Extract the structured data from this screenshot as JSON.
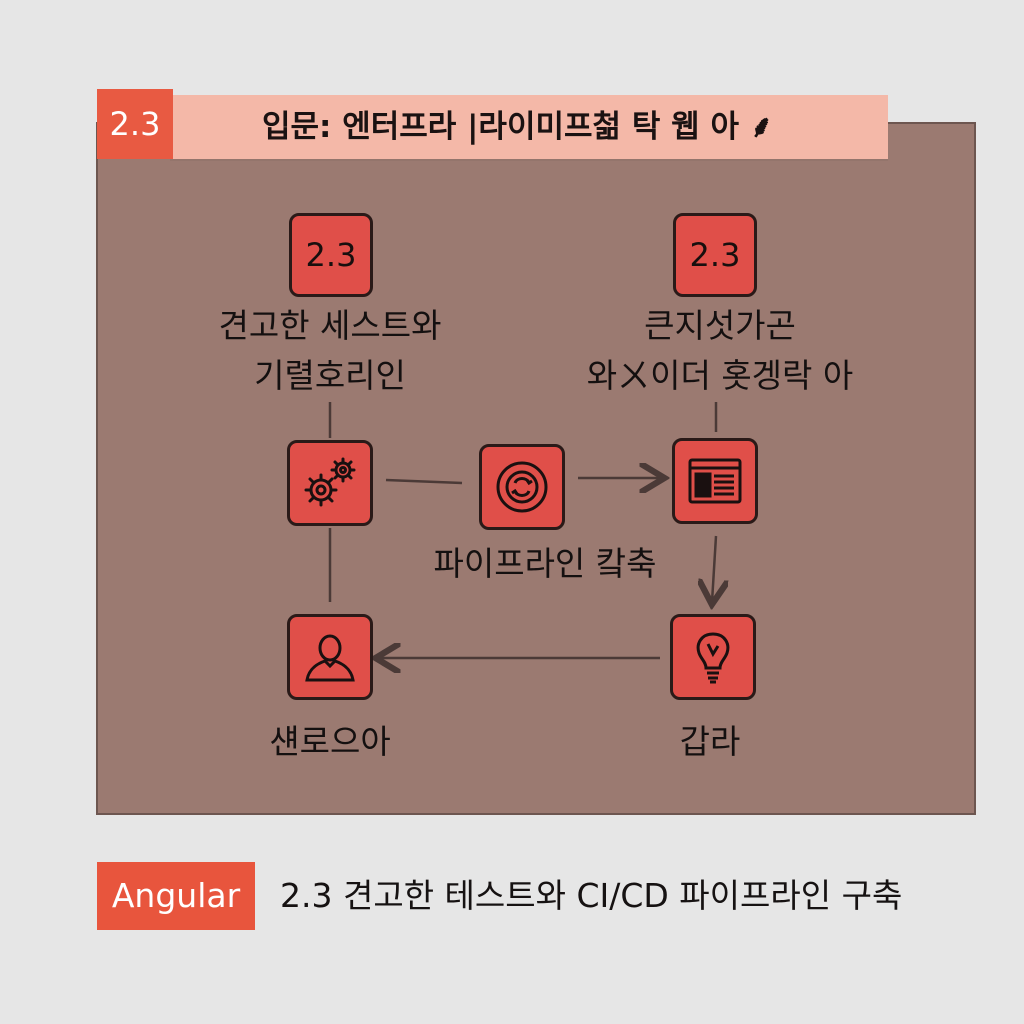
{
  "header": {
    "badge": "2.3",
    "title": "입문: 엔터프라 |라이미프첢 탁 웹 아 ⸙"
  },
  "diagram": {
    "steps": [
      {
        "badge": "2.3",
        "label_line1": "견고한 세스트와",
        "label_line2": "기렬호리인"
      },
      {
        "badge": "2.3",
        "label_line1": "큰지섯가곤",
        "label_line2": "와ㄨ이더 홋겡락 아"
      }
    ],
    "nodes": [
      {
        "icon": "gears-icon",
        "label": ""
      },
      {
        "icon": "cycle-icon",
        "label": "파이프라인 캌축"
      },
      {
        "icon": "document-icon",
        "label": ""
      },
      {
        "icon": "lightbulb-icon",
        "label": "갑라"
      },
      {
        "icon": "user-icon",
        "label": "섄로으아"
      }
    ]
  },
  "footer": {
    "badge": "Angular",
    "text": "2.3 견고한 테스트와 CI/CD 파이프라인 구축"
  },
  "colors": {
    "background": "#e6e6e6",
    "panel": "#9b7a71",
    "accent": "#e04f49",
    "title_bar": "#f4b8a8",
    "badge": "#e8553d"
  }
}
